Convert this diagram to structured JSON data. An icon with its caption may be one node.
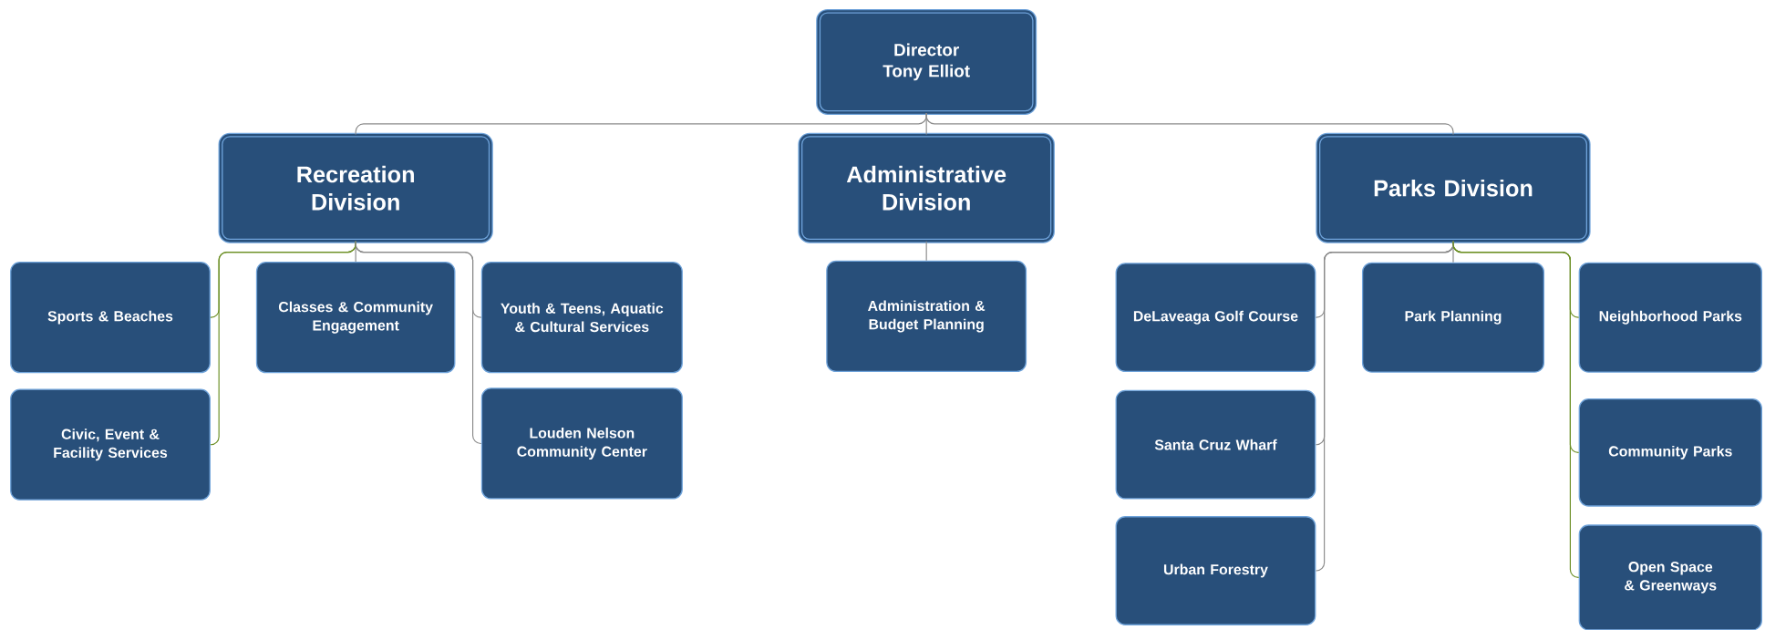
{
  "diagram": {
    "nodes": [
      {
        "text": [
          "Director",
          "Tony Elliot"
        ]
      },
      {
        "text": [
          "Recreation Division"
        ]
      },
      {
        "text": [
          "Administrative Division"
        ]
      },
      {
        "text": [
          "Parks Division"
        ]
      },
      {
        "text": [
          "Sports & Beaches"
        ]
      },
      {
        "text": [
          "Classes & Community Engagement"
        ]
      },
      {
        "text": [
          "Youth & Teens, Aquatic & Cultural Services"
        ]
      },
      {
        "text": [
          "Civic, Event & Facility Services"
        ]
      },
      {
        "text": [
          "Louden Nelson Community Center"
        ]
      },
      {
        "text": [
          "Administration & Budget Planning"
        ]
      },
      {
        "text": [
          "DeLaveaga Golf Course"
        ]
      },
      {
        "text": [
          "Park Planning"
        ]
      },
      {
        "text": [
          "Neighborhood Parks"
        ]
      },
      {
        "text": [
          "Santa Cruz Wharf"
        ]
      },
      {
        "text": [
          "Community Parks"
        ]
      },
      {
        "text": [
          "Urban Forestry"
        ]
      },
      {
        "text": [
          "Open Space & Greenways"
        ]
      }
    ],
    "edges": [
      {
        "from": 0,
        "to": 1,
        "arrow": "none"
      },
      {
        "from": 0,
        "to": 2,
        "arrow": "none"
      },
      {
        "from": 0,
        "to": 3,
        "arrow": "none"
      },
      {
        "from": 1,
        "to": 4,
        "arrow": "none",
        "color": "#6b8e23"
      },
      {
        "from": 1,
        "to": 5,
        "arrow": "none"
      },
      {
        "from": 1,
        "to": 6,
        "arrow": "none"
      },
      {
        "from": 1,
        "to": 7,
        "arrow": "none",
        "color": "#6b8e23"
      },
      {
        "from": 1,
        "to": 8,
        "arrow": "none"
      },
      {
        "from": 2,
        "to": 9,
        "arrow": "none"
      },
      {
        "from": 3,
        "to": 10,
        "arrow": "none"
      },
      {
        "from": 3,
        "to": 11,
        "arrow": "none"
      },
      {
        "from": 3,
        "to": 12,
        "arrow": "none",
        "color": "#6b8e23"
      },
      {
        "from": 3,
        "to": 13,
        "arrow": "none"
      },
      {
        "from": 3,
        "to": 14,
        "arrow": "none",
        "color": "#6b8e23"
      },
      {
        "from": 3,
        "to": 15,
        "arrow": "none"
      },
      {
        "from": 3,
        "to": 16,
        "arrow": "none",
        "color": "#6b8e23"
      }
    ]
  }
}
